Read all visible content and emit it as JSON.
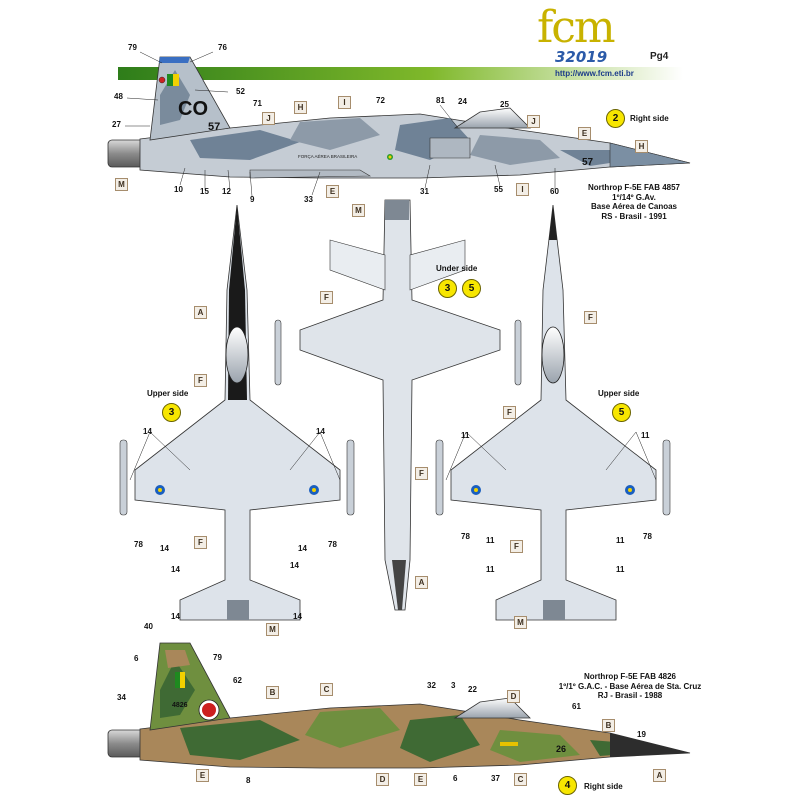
{
  "header": {
    "brand": "fcm",
    "code": "32019",
    "page": "Pg4",
    "url": "http://www.fcm.eti.br",
    "bar_colors": [
      "#2e7d1a",
      "#7fb82a",
      "#ffffff"
    ]
  },
  "aircraft_1": {
    "side_badge": "2",
    "side_label": "Right side",
    "caption": [
      "Northrop F-5E FAB 4857",
      "1º/14º G.Av.",
      "Base Aérea de Canoas",
      "RS - Brasil - 1991"
    ],
    "tail_code": "CO",
    "tail_number": "57",
    "nose_number": "57",
    "fuselage_text": "FORÇA AÉREA BRASILEIRA",
    "camo_colors": [
      "#9aa7b4",
      "#64768a",
      "#c9d1da"
    ],
    "callouts": [
      "79",
      "76",
      "48",
      "52",
      "71",
      "27",
      "72",
      "81",
      "24",
      "25",
      "10",
      "15",
      "12",
      "9",
      "33",
      "31",
      "55",
      "60"
    ],
    "letter_boxes": [
      "H",
      "I",
      "J",
      "J",
      "E",
      "H",
      "M",
      "E",
      "I"
    ]
  },
  "plan_views": {
    "under_side": {
      "label": "Under side",
      "badges": [
        "3",
        "5"
      ],
      "boxes": [
        "M",
        "F",
        "F",
        "A"
      ]
    },
    "upper_left": {
      "label": "Upper side",
      "badge": "3",
      "boxes": [
        "A",
        "F",
        "F",
        "M"
      ],
      "callouts": [
        "14",
        "14",
        "78",
        "14",
        "14",
        "78",
        "14",
        "14",
        "14",
        "14"
      ]
    },
    "upper_right": {
      "label": "Upper side",
      "badge": "5",
      "boxes": [
        "F",
        "F",
        "F",
        "M"
      ],
      "callouts": [
        "11",
        "11",
        "78",
        "11",
        "11",
        "78",
        "11",
        "11"
      ]
    }
  },
  "aircraft_2": {
    "side_badge": "4",
    "side_label": "Right side",
    "caption": [
      "Northrop F-5E FAB 4826",
      "1º/1º G.A.C. - Base Aérea de Sta. Cruz",
      "RJ - Brasil - 1988"
    ],
    "tail_number": "4826",
    "nose_number": "26",
    "camo_colors": [
      "#3f6a34",
      "#a9875a",
      "#6f8f3f"
    ],
    "callouts": [
      "40",
      "6",
      "79",
      "34",
      "62",
      "32",
      "3",
      "22",
      "61",
      "19",
      "8",
      "6",
      "37"
    ],
    "letter_boxes": [
      "B",
      "C",
      "D",
      "B",
      "E",
      "D",
      "E",
      "C",
      "A"
    ]
  }
}
